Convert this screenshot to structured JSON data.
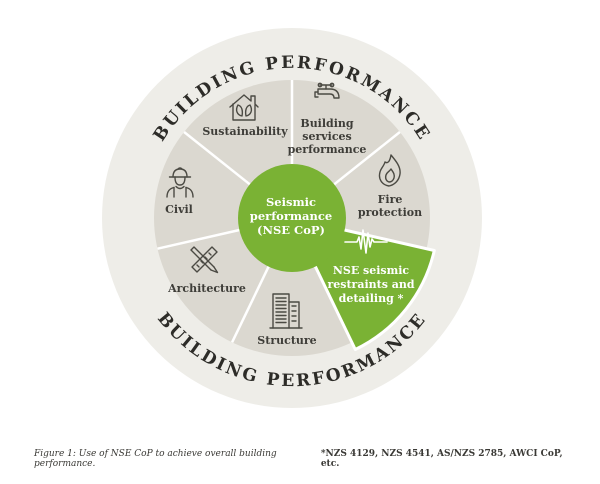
{
  "figure": {
    "ring_label_top": "BUILDING PERFORMANCE",
    "ring_label_bottom": "BUILDING PERFORMANCE",
    "center": {
      "lines": [
        "Seismic",
        "performance",
        "(NSE CoP)"
      ]
    },
    "wedges": [
      {
        "id": "sustainability",
        "icon": "house-leaf-icon",
        "lines": [
          "Sustainability"
        ]
      },
      {
        "id": "building-services",
        "icon": "faucet-icon",
        "lines": [
          "Building",
          "services",
          "performance"
        ]
      },
      {
        "id": "fire-protection",
        "icon": "flame-icon",
        "lines": [
          "Fire",
          "protection"
        ]
      },
      {
        "id": "nse-seismic",
        "icon": "seismic-wave-icon",
        "highlight": true,
        "lines": [
          "NSE seismic",
          "restraints and",
          "detailing *"
        ]
      },
      {
        "id": "structure",
        "icon": "building-icon",
        "lines": [
          "Structure"
        ]
      },
      {
        "id": "architecture",
        "icon": "pencil-ruler-icon",
        "lines": [
          "Architecture"
        ]
      },
      {
        "id": "civil",
        "icon": "engineer-icon",
        "lines": [
          "Civil"
        ]
      }
    ],
    "caption": "Figure 1: Use of NSE CoP to achieve overall building performance.",
    "footnote": "*NZS 4129, NZS 4541, AS/NZS 2785, AWCI CoP, etc.",
    "colors": {
      "accent_green": "#7ab234",
      "outer_ring": "#eeede8",
      "wedge_fill": "#dbd8d0",
      "text_dark": "#3e3d38",
      "white": "#ffffff"
    }
  }
}
